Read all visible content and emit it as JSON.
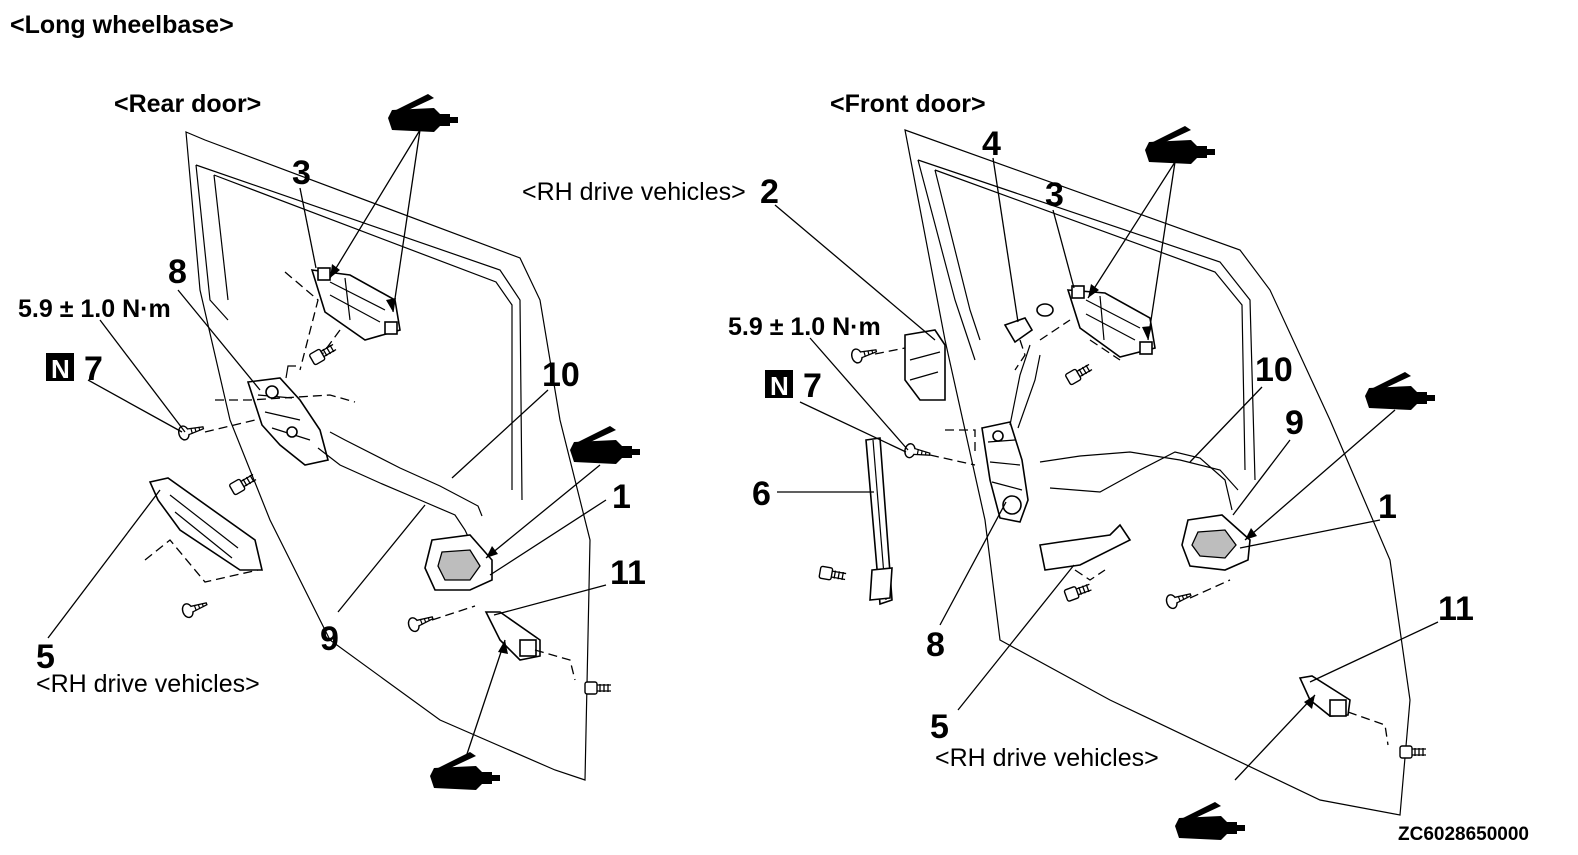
{
  "diagram": {
    "title": "<Long wheelbase>",
    "code": "ZC6028650000",
    "rear_door": {
      "heading": "<Rear door>",
      "torque": "5.9 ± 1.0 N·m",
      "n_mark": "N",
      "rh_note": "<RH drive vehicles>",
      "callouts": {
        "c1": "1",
        "c3": "3",
        "c5": "5",
        "c7": "7",
        "c8": "8",
        "c9": "9",
        "c10": "10",
        "c11": "11"
      }
    },
    "front_door": {
      "heading": "<Front door>",
      "torque": "5.9 ± 1.0 N·m",
      "n_mark": "N",
      "rh_note_top": "<RH drive vehicles>",
      "rh_note_bottom": "<RH drive vehicles>",
      "callouts": {
        "c1": "1",
        "c2": "2",
        "c3": "3",
        "c4": "4",
        "c5": "5",
        "c6": "6",
        "c7": "7",
        "c8": "8",
        "c9": "9",
        "c10": "10",
        "c11": "11"
      }
    },
    "icons": [
      "grease-gun-icon"
    ]
  }
}
